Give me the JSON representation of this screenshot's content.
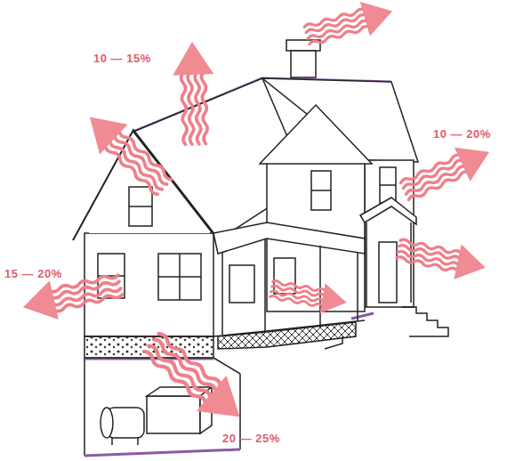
{
  "diagram": {
    "labels": [
      "10 — 15%",
      "10 — 20%",
      "15 — 20%",
      "20 — 25%"
    ]
  }
}
